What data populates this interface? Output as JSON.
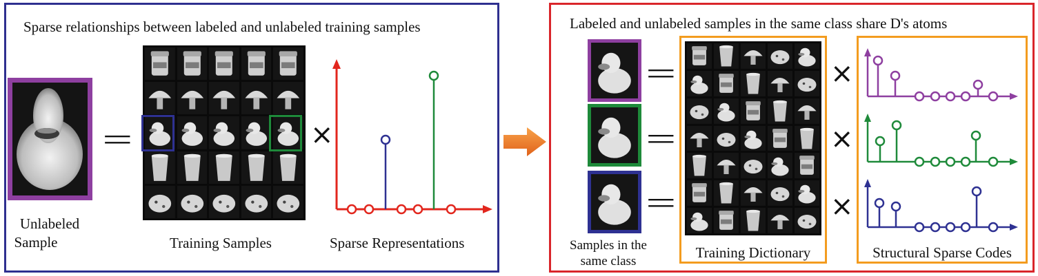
{
  "colors": {
    "left_border": "#2e2f8f",
    "right_border": "#d9252a",
    "purple": "#8e3fa0",
    "green": "#1e8a3a",
    "blue": "#2e3192",
    "red": "#e2261d",
    "orange": "#f39c1f",
    "arrow_orange": "#f07b1f"
  },
  "left_panel": {
    "title": "Sparse relationships between labeled and unlabeled training samples",
    "unlabeled_label_line1": "Unlabeled",
    "unlabeled_label_line2": "Sample",
    "training_label": "Training Samples",
    "sparse_label": "Sparse Representations",
    "equals_symbol": "=",
    "times_symbol": "×",
    "training_grid": {
      "rows": 5,
      "cols": 5,
      "row_objects": [
        "jar",
        "mushroom",
        "duck",
        "cup",
        "piggy-bank"
      ],
      "highlight_blue": "row 3, col 1",
      "highlight_green": "row 3, col 5"
    }
  },
  "right_panel": {
    "title": "Labeled and unlabeled samples in the same class share D's atoms",
    "samples_label_line1": "Samples in the",
    "samples_label_line2": "same class",
    "dictionary_label": "Training Dictionary",
    "codes_label": "Structural Sparse Codes",
    "equals_symbol": "=",
    "times_symbol": "×",
    "sample_frame_colors": [
      "purple",
      "green",
      "blue"
    ],
    "dictionary_grid": {
      "rows": 7,
      "cols": 5
    }
  },
  "transition_arrow": {
    "icon": "right-arrow-icon",
    "color": "#f07b1f"
  }
}
